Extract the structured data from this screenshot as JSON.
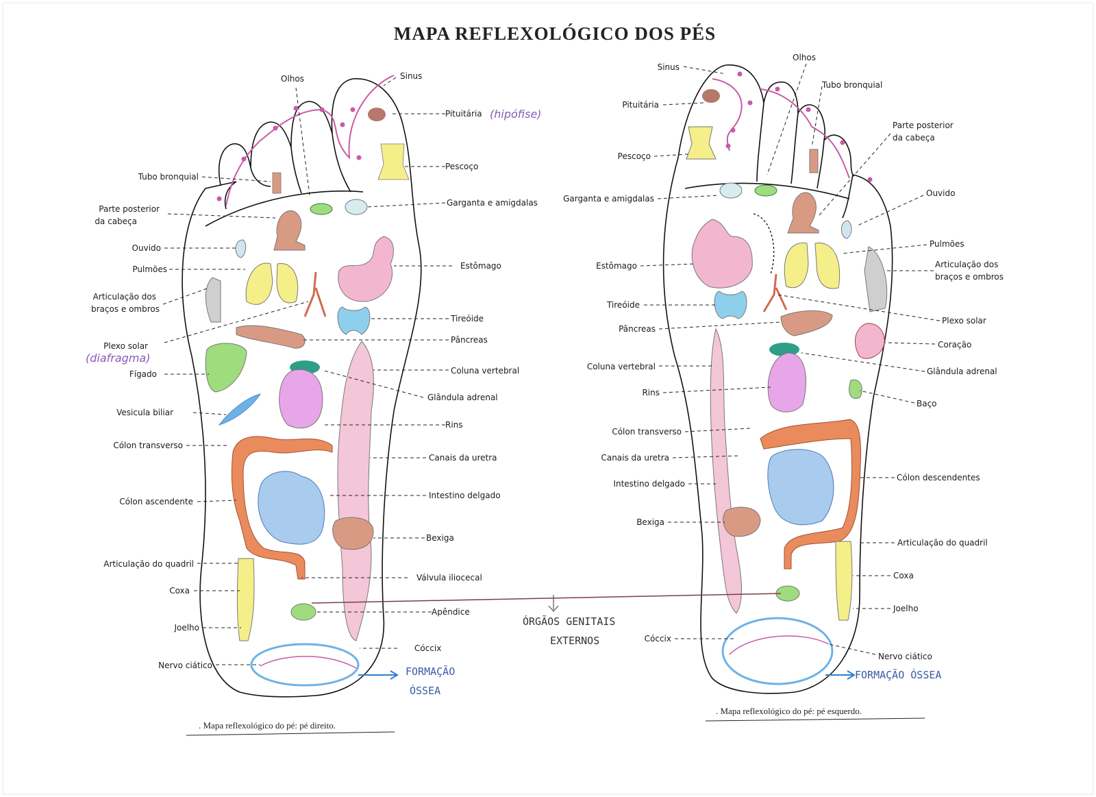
{
  "title": "MAPA REFLEXOLÓGICO DOS PÉS",
  "feet": {
    "right": {
      "caption": ". Mapa reflexológico do pé: pé direito.",
      "labels": {
        "olhos": "Olhos",
        "sinus": "Sinus",
        "pituitaria": "Pituitária",
        "pescoco": "Pescoço",
        "tubo_bronquial": "Tubo bronquial",
        "garganta": "Garganta e amigdalas",
        "parte_posterior_1": "Parte posterior",
        "parte_posterior_2": "da cabeça",
        "ouvido": "Ouvido",
        "pulmoes": "Pulmões",
        "estomago": "Estômago",
        "articulacao_bracos_1": "Articulação dos",
        "articulacao_bracos_2": "braços e ombros",
        "tireoide": "Tireóide",
        "pancreas": "Pâncreas",
        "plexo_solar": "Plexo solar",
        "figado": "Fígado",
        "coluna": "Coluna vertebral",
        "adrenal": "Glândula adrenal",
        "vesicula": "Vesicula biliar",
        "rins": "Rins",
        "colon_transverso": "Cólon transverso",
        "canais_uretra": "Canais da uretra",
        "colon_ascendente": "Cólon ascendente",
        "intestino": "Intestino delgado",
        "bexiga": "Bexiga",
        "articulacao_quadril": "Articulação do quadril",
        "valvula": "Válvula iliocecal",
        "coxa": "Coxa",
        "apendice": "Apêndice",
        "joelho": "Joelho",
        "coccix": "Cóccix",
        "nervo": "Nervo ciático"
      }
    },
    "left": {
      "caption": ". Mapa reflexológico do pé: pé esquerdo.",
      "labels": {
        "sinus": "Sinus",
        "olhos": "Olhos",
        "tubo_bronquial": "Tubo bronquial",
        "pituitaria": "Pituitária",
        "parte_posterior_1": "Parte posterior",
        "parte_posterior_2": "da cabeça",
        "pescoco": "Pescoço",
        "garganta": "Garganta e amigdalas",
        "ouvido": "Ouvido",
        "pulmoes": "Pulmões",
        "estomago": "Estômago",
        "articulacao_bracos_1": "Articulação dos",
        "articulacao_bracos_2": "braços e ombros",
        "tireoide": "Tireóide",
        "plexo_solar": "Plexo solar",
        "pancreas": "Pâncreas",
        "coracao": "Coração",
        "coluna": "Coluna vertebral",
        "adrenal": "Glândula adrenal",
        "rins": "Rins",
        "baco": "Baço",
        "colon_transverso": "Cólon transverso",
        "canais_uretra": "Canais da uretra",
        "colon_descendente": "Cólon descendentes",
        "intestino": "Intestino delgado",
        "bexiga": "Bexiga",
        "articulacao_quadril": "Articulação do quadril",
        "coxa": "Coxa",
        "joelho": "Joelho",
        "coccix": "Cóccix",
        "nervo": "Nervo ciático"
      }
    }
  },
  "handwritten": {
    "hipofise": "(hipófise)",
    "diafragma": "(diafragma)",
    "genitais_1": "ÓRGÃOS GENITAIS",
    "genitais_2": "EXTERNOS",
    "formacao_right_1": "FORMAÇÃO",
    "formacao_right_2": "ÓSSEA",
    "formacao_left": "FORMAÇÃO ÓSSEA"
  },
  "colors": {
    "pink_organ": "#f3b6cf",
    "violet_organ": "#e6a6e8",
    "yellow": "#f5ef8a",
    "green": "#9fdc7e",
    "blue": "#a9cbee",
    "cyan": "#8ed0ec",
    "orange": "#ea8b5e",
    "salmon": "#d99a83",
    "gray": "#cfcfcf",
    "sinus_dots": "#c85aa8",
    "teal": "#2f9e86",
    "brown": "#b4796a",
    "arrow_blue": "#2a7fd3"
  }
}
